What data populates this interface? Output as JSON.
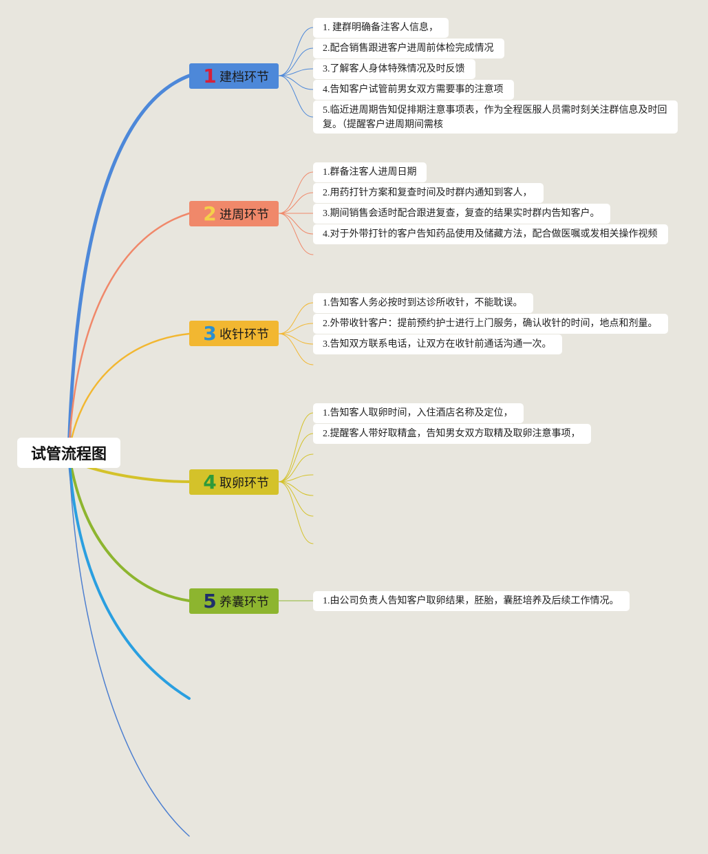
{
  "root": {
    "title": "试管流程图"
  },
  "stages": [
    {
      "num": "1",
      "label": "建档环节",
      "color": "#4d88d9",
      "numColor": "#d6203a",
      "tasks": [
        "1. 建群明确备注客人信息，",
        "2.配合销售跟进客户进周前体检完成情况",
        "3.了解客人身体特殊情况及时反馈",
        "4.告知客户试管前男女双方需要事的注意项",
        "5.临近进周期告知促排期注意事项表，作为全程医服人员需时刻关注群信息及时回复。（提醒客户进周期间需核"
      ]
    },
    {
      "num": "2",
      "label": "进周环节",
      "color": "#f0886a",
      "numColor": "#f5d04a",
      "tasks": [
        "1.群备注客人进周日期",
        "2.用药打针方案和复查时间及时群内通知到客人，",
        "3.期间销售会适时配合跟进复查，复查的结果实时群内告知客户。",
        "4.对于外带打针的客户告知药品使用及储藏方法，配合做医嘱或发相关操作视频"
      ]
    },
    {
      "num": "3",
      "label": "收针环节",
      "color": "#f2b731",
      "numColor": "#2b8fcf",
      "tasks": [
        "1.告知客人务必按时到达诊所收针，不能耽误。",
        "2.外带收针客户：提前预约护士进行上门服务，确认收针的时间，地点和剂量。",
        "3.告知双方联系电话，让双方在收针前通话沟通一次。"
      ]
    },
    {
      "num": "4",
      "label": "取卵环节",
      "color": "#d4c22a",
      "numColor": "#2e9a3a",
      "tasks": [
        "1.告知客人取卵时间，入住酒店名称及定位，",
        "2.提醒客人带好取精盒，告知男女双方取精及取卵注意事项，"
      ]
    },
    {
      "num": "5",
      "label": "养囊环节",
      "color": "#8db52f",
      "numColor": "#1e2e6a",
      "tasks": [
        "1.由公司负责人告知客户取卵结果，胚胎，囊胚培养及后续工作情况。"
      ]
    }
  ]
}
